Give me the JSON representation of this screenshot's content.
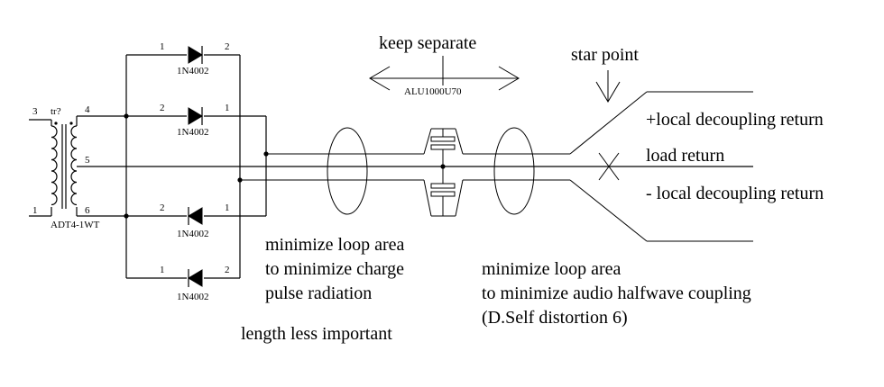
{
  "transformer": {
    "ref": "tr?",
    "part": "ADT4-1WT",
    "pins": {
      "p3": "3",
      "p4": "4",
      "p5": "5",
      "p6": "6",
      "p1": "1"
    }
  },
  "diodes": [
    {
      "part": "1N4002",
      "pin_a": "1",
      "pin_b": "2"
    },
    {
      "part": "1N4002",
      "pin_a": "2",
      "pin_b": "1"
    },
    {
      "part": "1N4002",
      "pin_a": "2",
      "pin_b": "1"
    },
    {
      "part": "1N4002",
      "pin_a": "1",
      "pin_b": "2"
    }
  ],
  "capacitor": {
    "part": "ALU1000U70"
  },
  "annotations": {
    "keep_separate": "keep separate",
    "star_point": "star point",
    "plus_local": "+local decoupling return",
    "load_return": "load return",
    "minus_local": "- local decoupling return",
    "loop1_l1": "minimize loop area",
    "loop1_l2": "to minimize charge",
    "loop1_l3": "pulse radiation",
    "length": "length less important",
    "loop2_l1": "minimize loop area",
    "loop2_l2": "to minimize audio halfwave coupling",
    "loop2_l3": "(D.Self distortion 6)"
  }
}
